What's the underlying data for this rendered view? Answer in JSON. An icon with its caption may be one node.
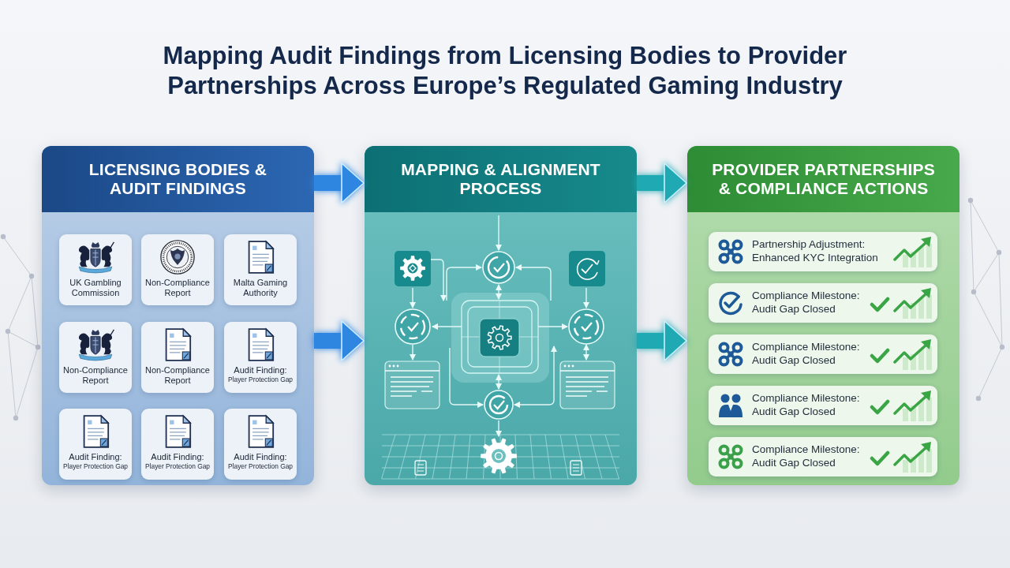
{
  "diagram": {
    "title": "Mapping Audit Findings from Licensing Bodies to Provider Partnerships Across Europe’s Regulated Gaming Industry",
    "nodes": [
      {
        "text": [
          "LICENSING BODIES & AUDIT FINDINGS"
        ]
      },
      {
        "text": [
          "UK Gambling Commission"
        ],
        "in": 0
      },
      {
        "text": [
          "Non-Compliance Report"
        ],
        "in": 0
      },
      {
        "text": [
          "Malta Gaming Authority"
        ],
        "in": 0
      },
      {
        "text": [
          "Non-Compliance Report"
        ],
        "in": 0
      },
      {
        "text": [
          "Non-Compliance Report"
        ],
        "in": 0
      },
      {
        "text": [
          "Audit Finding:",
          "Player Protection Gap"
        ],
        "in": 0
      },
      {
        "text": [
          "Audit Finding:",
          "Player Protection Gap"
        ],
        "in": 0
      },
      {
        "text": [
          "Audit Finding:",
          "Player Protection Gap"
        ],
        "in": 0
      },
      {
        "text": [
          "Audit Finding:",
          "Player Protection Gap"
        ],
        "in": 0
      },
      {
        "text": [
          "MAPPING & ALIGNMENT PROCESS"
        ]
      },
      {
        "text": [
          "PROVIDER PARTNERSHIPS & COMPLIANCE ACTIONS"
        ]
      },
      {
        "text": [
          "Partnership Adjustment:",
          "Enhanced KYC Integration"
        ],
        "in": 11
      },
      {
        "text": [
          "Compliance Milestone:",
          "Audit Gap Closed"
        ],
        "in": 11
      },
      {
        "text": [
          "Compliance Milestone:",
          "Audit Gap Closed"
        ],
        "in": 11
      },
      {
        "text": [
          "Compliance Milestone:",
          "Audit Gap Closed"
        ],
        "in": 11
      },
      {
        "text": [
          "Compliance Milestone:",
          "Audit Gap Closed"
        ],
        "in": 11
      }
    ],
    "edges": [
      {
        "from": 0,
        "to": 10,
        "arrow": "to"
      },
      {
        "from": 0,
        "to": 10,
        "arrow": "to"
      },
      {
        "from": 10,
        "to": 11,
        "arrow": "to",
        "color": "#1fa9b3"
      },
      {
        "from": 10,
        "to": 11,
        "arrow": "to",
        "color": "#1fa9b3"
      }
    ]
  }
}
